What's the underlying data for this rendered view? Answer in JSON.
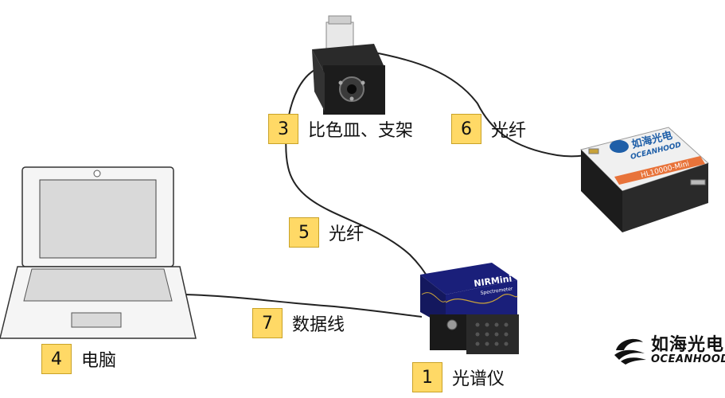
{
  "components": [
    {
      "number": "1",
      "label": "光谱仪"
    },
    {
      "number": "3",
      "label": "比色皿、支架"
    },
    {
      "number": "4",
      "label": "电脑"
    },
    {
      "number": "5",
      "label": "光纤"
    },
    {
      "number": "6",
      "label": "光纤"
    },
    {
      "number": "7",
      "label": "数据线"
    }
  ],
  "devices": {
    "spectrometer_brand": "NIRMini",
    "spectrometer_sub": "Spectrometer",
    "lightsource_brand": "如海光电",
    "lightsource_brand_en": "OCEANHOOD",
    "lightsource_model": "HL10000-Mini"
  },
  "logo": {
    "cn": "如海光电",
    "en": "OCEANHOOD"
  },
  "colors": {
    "badge_fill": "#ffd966",
    "badge_border": "#c9a227",
    "spectrometer_blue": "#1a1f7a",
    "lightsource_blue": "#1f5fa8",
    "lightsource_orange": "#e8733a"
  }
}
